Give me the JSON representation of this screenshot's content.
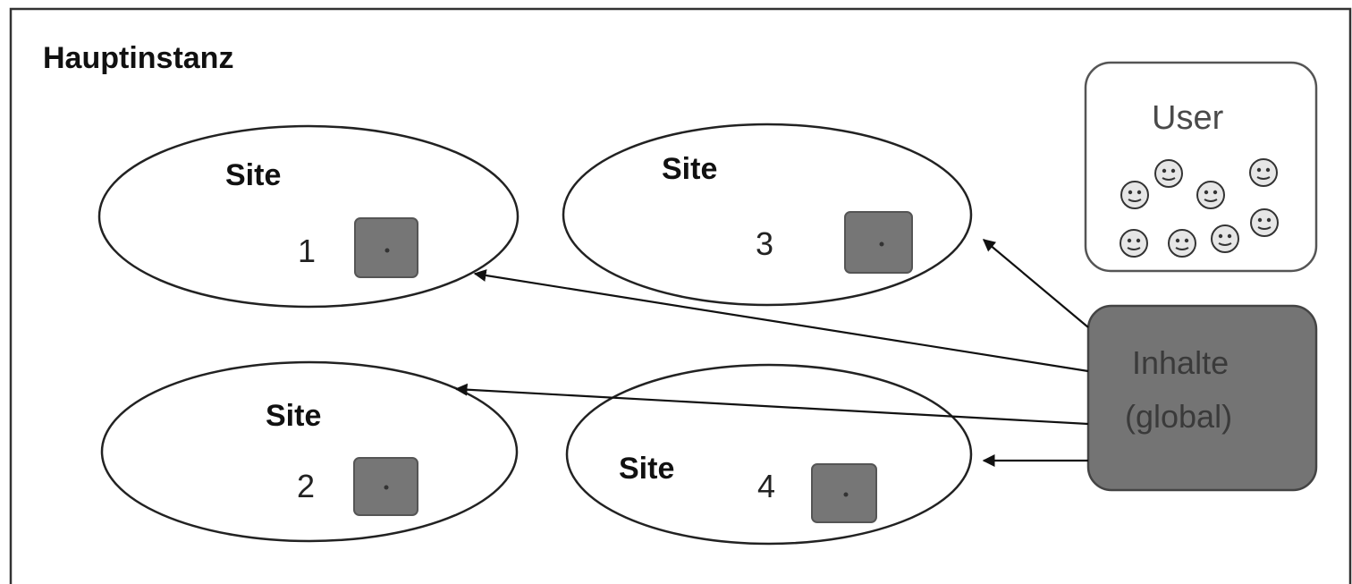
{
  "container": {
    "title": "Hauptinstanz"
  },
  "sites": [
    {
      "title": "Site",
      "number": "1"
    },
    {
      "title": "Site",
      "number": "2"
    },
    {
      "title": "Site",
      "number": "3"
    },
    {
      "title": "Site",
      "number": "4"
    }
  ],
  "users": {
    "title": "User",
    "icon": "smiley-icon",
    "count": 8
  },
  "content": {
    "line1": "Inhalte",
    "line2": "(global)"
  },
  "colors": {
    "content_box": "#747474",
    "document": "#767676",
    "user_box_border": "#555555",
    "smiley_fill": "#e6e6e6"
  }
}
